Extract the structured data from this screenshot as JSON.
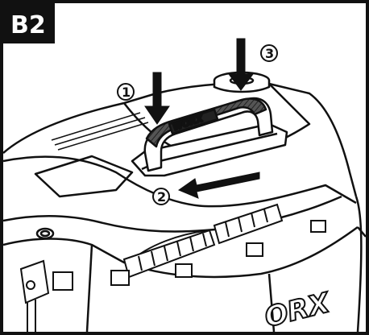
{
  "figure": {
    "label": "B2"
  },
  "steps": [
    {
      "number": "1",
      "action": "press-down"
    },
    {
      "number": "2",
      "action": "slide-back"
    },
    {
      "number": "3",
      "action": "press-down"
    }
  ],
  "brand": {
    "handle_logo": "WORX",
    "body_logo": "ORX"
  },
  "colors": {
    "ink": "#111111",
    "label_bg": "#111111",
    "label_text": "#ffffff",
    "body_fill": "#ffffff",
    "handle_grip": "#4a4a4a"
  }
}
